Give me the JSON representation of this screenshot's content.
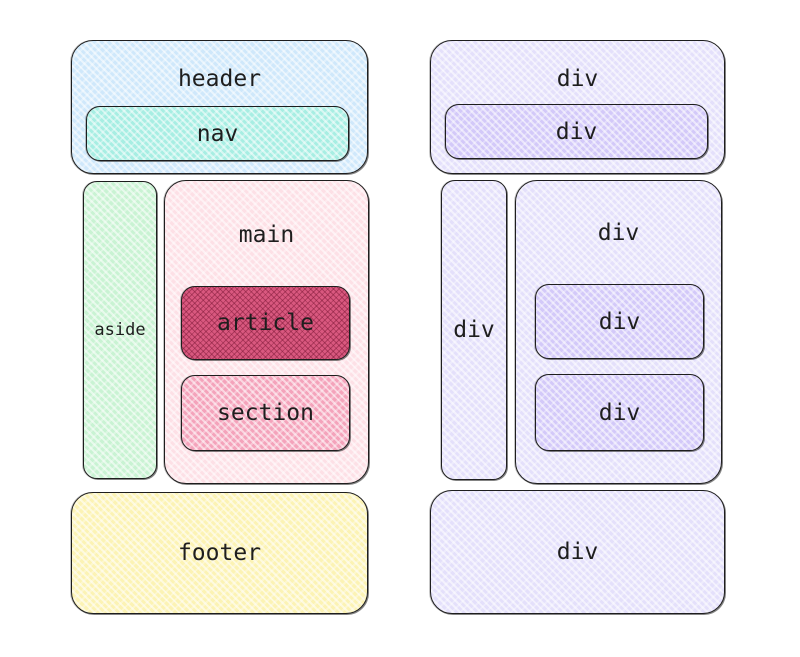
{
  "semantic": {
    "header": "header",
    "nav": "nav",
    "aside": "aside",
    "main": "main",
    "article": "article",
    "section": "section",
    "footer": "footer"
  },
  "generic": {
    "header": "div",
    "nav": "div",
    "aside": "div",
    "main": "div",
    "article": "div",
    "section": "div",
    "footer": "div"
  },
  "colors": {
    "header": "#cfe8fb",
    "nav": "#a7eee3",
    "aside": "#c9f3d3",
    "main": "#fde0e6",
    "article": "#d9587f",
    "section": "#f4a3bb",
    "footer": "#fcf3b4",
    "div_outer": "#e4e0fb",
    "div_inner": "#d3c9f9",
    "stroke": "#1e1e1e"
  }
}
